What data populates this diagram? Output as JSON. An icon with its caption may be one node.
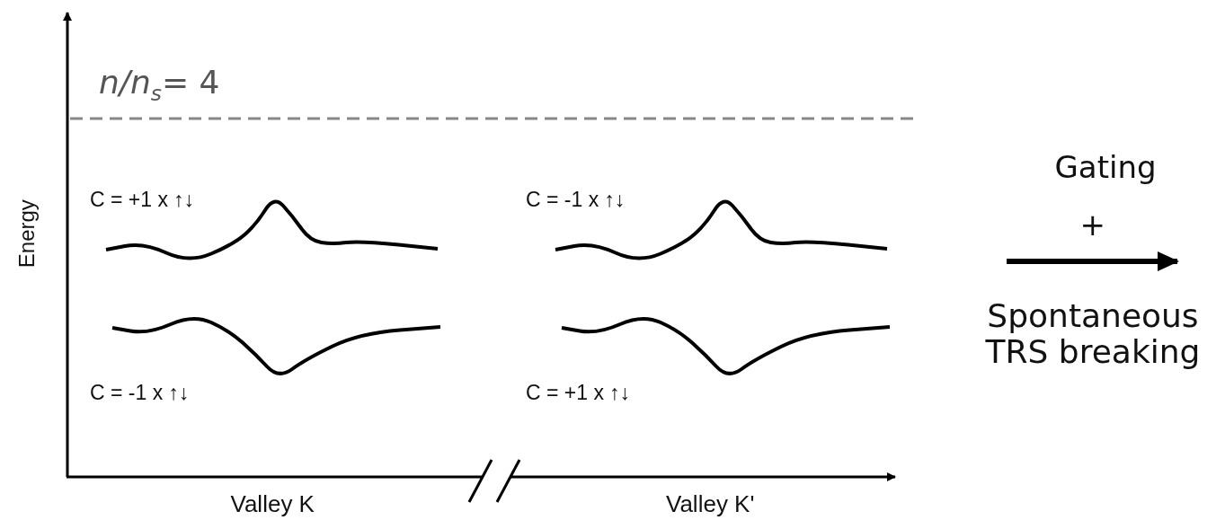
{
  "diagram": {
    "labels": [
      "*n/n*$_{s}$= 4",
      "Energy",
      "C = +1 x ↑↓",
      "C = -1 x ↑↓",
      "Gating",
      "+",
      "C = -1 x ↑↓",
      "C = +1 x ↑↓",
      "Spontaneous TRS breaking",
      "Valley K",
      "Valley K'"
    ]
  }
}
